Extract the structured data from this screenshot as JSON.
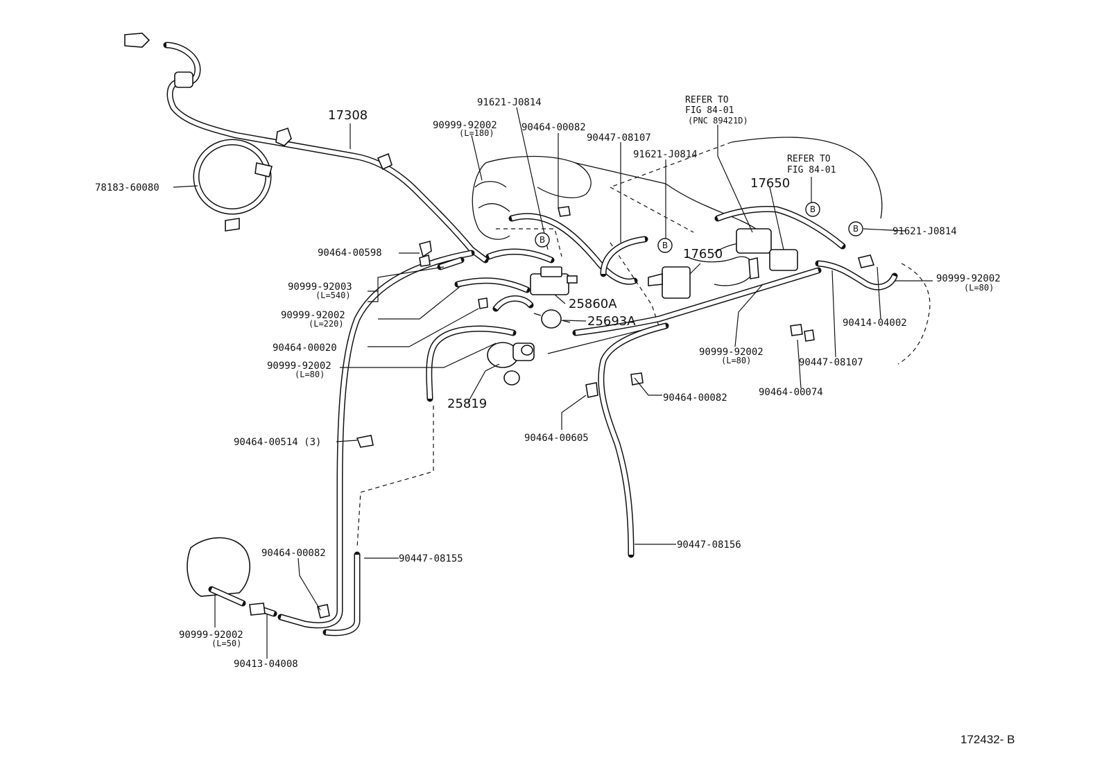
{
  "figure_id": "172432- B",
  "callout_letter": "B",
  "labels": {
    "p17308": "17308",
    "p78183": "78183-60080",
    "p91621_top": "91621-J0814",
    "p90999_180": "90999-92002",
    "p90999_180_len": "(L=180)",
    "p90464_00082_top": "90464-00082",
    "p90447_08107_top": "90447-08107",
    "p91621_mid": "91621-J0814",
    "refer1_line1": "REFER TO",
    "refer1_line2": "FIG 84-01",
    "refer1_line3": "(PNC 89421D)",
    "refer2_line1": "REFER TO",
    "refer2_line2": "FIG 84-01",
    "p17650_a": "17650",
    "p17650_b": "17650",
    "p91621_right": "91621-J0814",
    "p90999_80_right": "90999-92002",
    "p90999_80_right_len": "(L=80)",
    "p90414": "90414-04002",
    "p90447_08107_right": "90447-08107",
    "p90999_80_mid": "90999-92002",
    "p90999_80_mid_len": "(L=80)",
    "p90464_00074": "90464-00074",
    "p90464_00082_mid": "90464-00082",
    "p90464_00605": "90464-00605",
    "p90447_08156": "90447-08156",
    "p90464_00598": "90464-00598",
    "p90999_540": "90999-92003",
    "p90999_540_len": "(L=540)",
    "p90999_220": "90999-92002",
    "p90999_220_len": "(L=220)",
    "p90464_00020": "90464-00020",
    "p90999_80_left": "90999-92002",
    "p90999_80_left_len": "(L=80)",
    "p25860A": "25860A",
    "p25693A": "25693A",
    "p25819": "25819",
    "p90464_00514": "90464-00514 (3)",
    "p90464_00082_low": "90464-00082",
    "p90447_08155": "90447-08155",
    "p90999_50": "90999-92002",
    "p90999_50_len": "(L=50)",
    "p90413": "90413-04008"
  }
}
